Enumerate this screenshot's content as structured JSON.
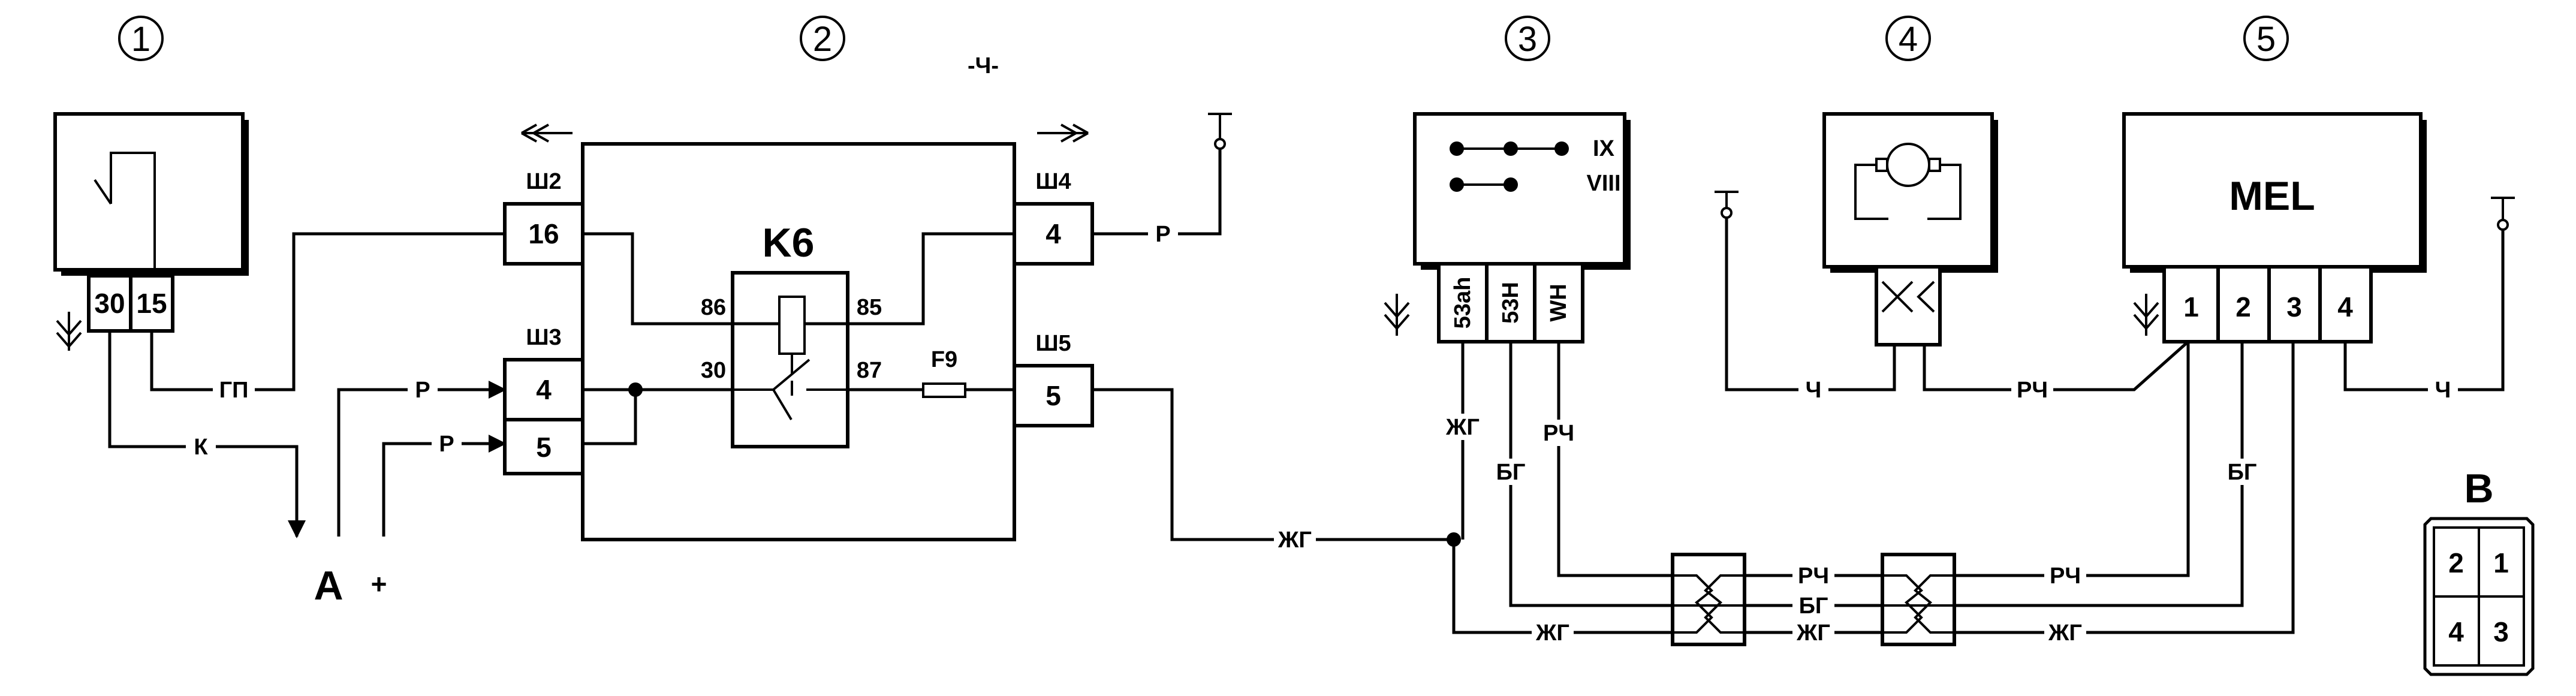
{
  "components": [
    {
      "number": "1",
      "terminals": [
        "30",
        "15"
      ]
    },
    {
      "number": "2",
      "relay": "K6",
      "fuse": "F9",
      "relay_pins": [
        "86",
        "85",
        "30",
        "87"
      ]
    },
    {
      "number": "3",
      "positions": [
        "IX",
        "VIII"
      ],
      "terminals": [
        "53ah",
        "53H",
        "WH"
      ]
    },
    {
      "number": "4"
    },
    {
      "number": "5",
      "name": "MEL",
      "terminals": [
        "1",
        "2",
        "3",
        "4"
      ]
    }
  ],
  "top_label": "-Ч-",
  "connectors": [
    {
      "name": "Ш2",
      "pin": "16"
    },
    {
      "name": "Ш3",
      "pins": [
        "4",
        "5"
      ]
    },
    {
      "name": "Ш4",
      "pin": "4"
    },
    {
      "name": "Ш5",
      "pin": "5"
    }
  ],
  "wire_colors": {
    "gp": "ГП",
    "k": "К",
    "r": "Р",
    "zhg": "ЖГ",
    "bg": "БГ",
    "rch": "РЧ",
    "ch": "Ч"
  },
  "terminal_label": "A",
  "plus_sign": "+",
  "plug_view": {
    "title": "B",
    "pins": [
      "2",
      "1",
      "4",
      "3"
    ]
  }
}
